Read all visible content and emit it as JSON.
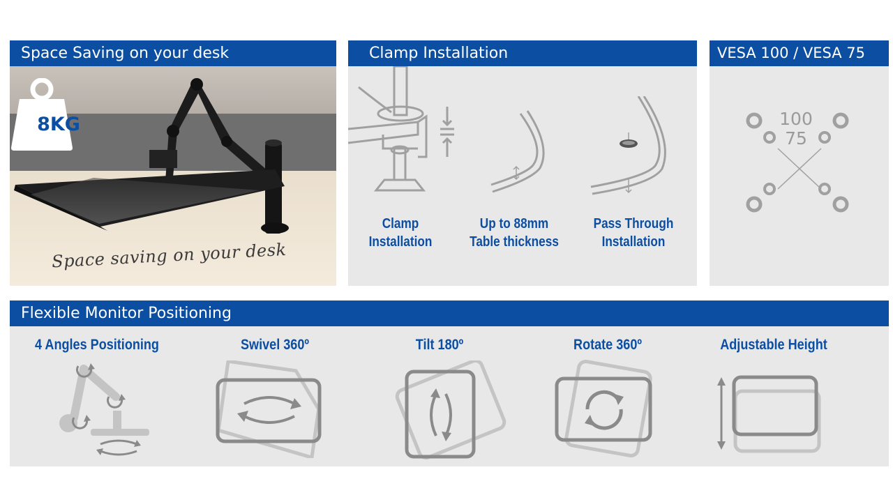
{
  "space_panel": {
    "title": "Space Saving on your desk",
    "weight_label": "8KG",
    "script_caption": "Space saving on your desk"
  },
  "clamp_panel": {
    "title": "Clamp Installation",
    "items": [
      {
        "line1": "Clamp",
        "line2": "Installation",
        "icon": "clamp-icon"
      },
      {
        "line1": "Up to 88mm",
        "line2": "Table thickness",
        "icon": "table-thickness-icon"
      },
      {
        "line1": "Pass Through",
        "line2": "Installation",
        "icon": "pass-through-icon"
      }
    ]
  },
  "vesa_panel": {
    "title": "VESA 100 / VESA 75",
    "outer_label": "100",
    "inner_label": "75"
  },
  "flex_panel": {
    "title": "Flexible Monitor Positioning",
    "features": [
      {
        "label": "4 Angles Positioning",
        "icon": "arm-joints-icon"
      },
      {
        "label": "Swivel 360º",
        "icon": "swivel-icon"
      },
      {
        "label": "Tilt 180º",
        "icon": "tilt-icon"
      },
      {
        "label": "Rotate 360º",
        "icon": "rotate-icon"
      },
      {
        "label": "Adjustable Height",
        "icon": "height-adjust-icon"
      }
    ]
  },
  "colors": {
    "brand_blue": "#0b4ea2",
    "panel_gray": "#e8e8e8",
    "icon_gray": "#a0a0a0"
  }
}
